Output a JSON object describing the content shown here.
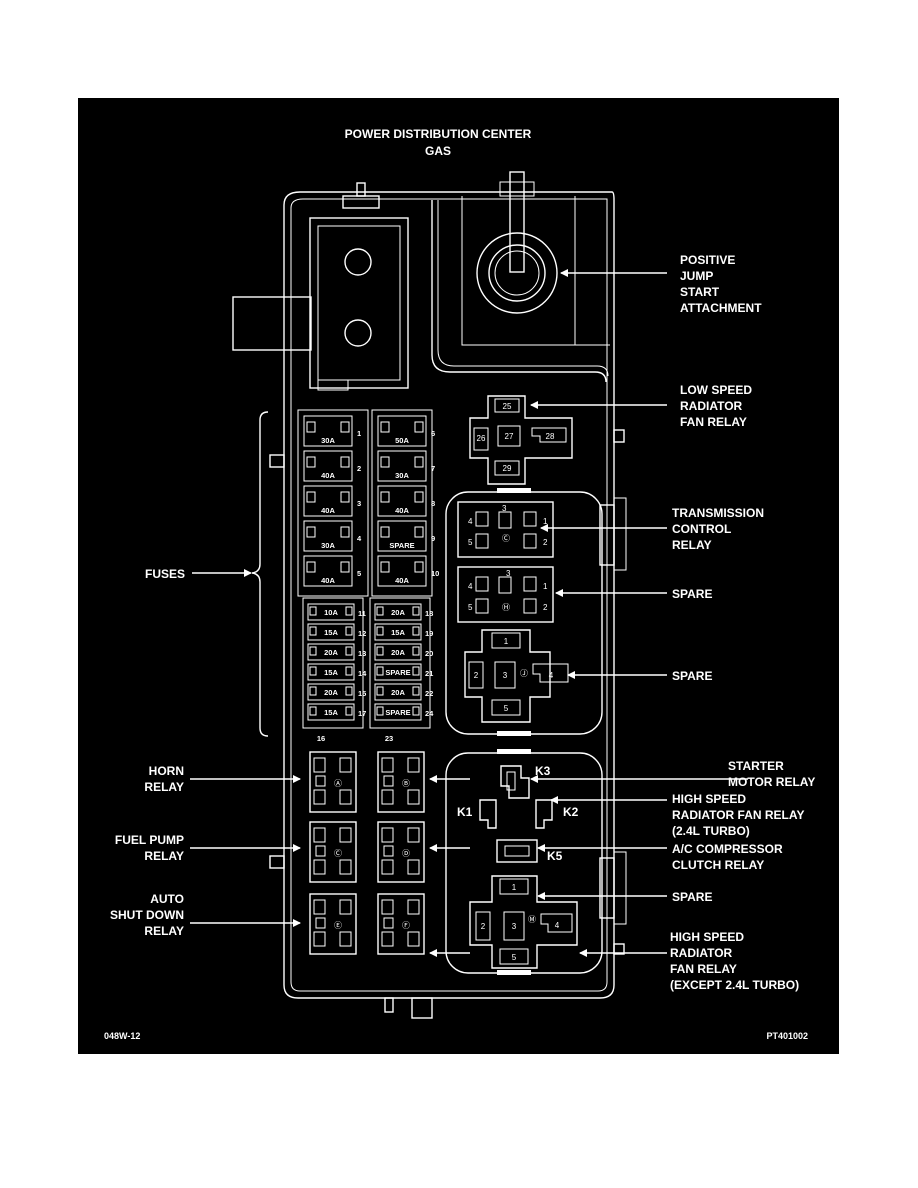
{
  "title": {
    "line1": "POWER DISTRIBUTION CENTER",
    "line2": "GAS"
  },
  "footer": {
    "left_code": "048W-12",
    "right_code": "PT401002"
  },
  "callouts": {
    "positive_jump": [
      "POSITIVE",
      "JUMP",
      "START",
      "ATTACHMENT"
    ],
    "low_speed_fan": [
      "LOW SPEED",
      "RADIATOR",
      "FAN RELAY"
    ],
    "transmission": [
      "TRANSMISSION",
      "CONTROL",
      "RELAY"
    ],
    "spare_h": [
      "SPARE"
    ],
    "spare_j": [
      "SPARE"
    ],
    "fuses": [
      "FUSES"
    ],
    "starter": [
      "STARTER",
      "MOTOR RELAY"
    ],
    "high_speed_turbo": [
      "HIGH SPEED",
      "RADIATOR FAN RELAY",
      "(2.4L TURBO)"
    ],
    "ac_clutch": [
      "A/C COMPRESSOR",
      "CLUTCH RELAY"
    ],
    "spare_m": [
      "SPARE"
    ],
    "high_speed_except": [
      "HIGH SPEED",
      "RADIATOR",
      "FAN RELAY",
      "(EXCEPT 2.4L TURBO)"
    ],
    "horn": [
      "HORN",
      "RELAY"
    ],
    "fuel_pump": [
      "FUEL PUMP",
      "RELAY"
    ],
    "asd": [
      "AUTO",
      "SHUT DOWN",
      "RELAY"
    ]
  },
  "maxi_fuses": {
    "left": [
      {
        "num": "1",
        "rating": "30A"
      },
      {
        "num": "2",
        "rating": "40A"
      },
      {
        "num": "3",
        "rating": "40A"
      },
      {
        "num": "4",
        "rating": "30A"
      },
      {
        "num": "5",
        "rating": "40A"
      }
    ],
    "right": [
      {
        "num": "6",
        "rating": "50A"
      },
      {
        "num": "7",
        "rating": "30A"
      },
      {
        "num": "8",
        "rating": "40A"
      },
      {
        "num": "9",
        "rating": "SPARE"
      },
      {
        "num": "10",
        "rating": "40A"
      }
    ]
  },
  "mini_fuses": {
    "left": [
      {
        "num": "11",
        "rating": "10A"
      },
      {
        "num": "12",
        "rating": "15A"
      },
      {
        "num": "13",
        "rating": "20A"
      },
      {
        "num": "14",
        "rating": "15A"
      },
      {
        "num": "15",
        "rating": "20A"
      },
      {
        "num": "17",
        "rating": "15A"
      }
    ],
    "right": [
      {
        "num": "18",
        "rating": "20A"
      },
      {
        "num": "19",
        "rating": "15A"
      },
      {
        "num": "20",
        "rating": "20A"
      },
      {
        "num": "21",
        "rating": "SPARE"
      },
      {
        "num": "22",
        "rating": "20A"
      },
      {
        "num": "24",
        "rating": "SPARE"
      }
    ],
    "bottom_left": "16",
    "bottom_right": "23"
  },
  "relay_letters": {
    "A": "Ⓐ",
    "B": "Ⓑ",
    "C": "Ⓒ",
    "D": "Ⓓ",
    "E": "Ⓔ",
    "F": "Ⓕ",
    "TC": "Ⓒ",
    "H": "Ⓗ",
    "J": "Ⓙ",
    "M": "Ⓜ"
  },
  "relay_pins": {
    "p1": "1",
    "p2": "2",
    "p3": "3",
    "p4": "4",
    "p5": "5"
  },
  "low_speed_pins": {
    "p25": "25",
    "p26": "26",
    "p27": "27",
    "p28": "28",
    "p29": "29"
  },
  "k_labels": {
    "k1": "K1",
    "k2": "K2",
    "k3": "K3",
    "k5": "K5"
  }
}
